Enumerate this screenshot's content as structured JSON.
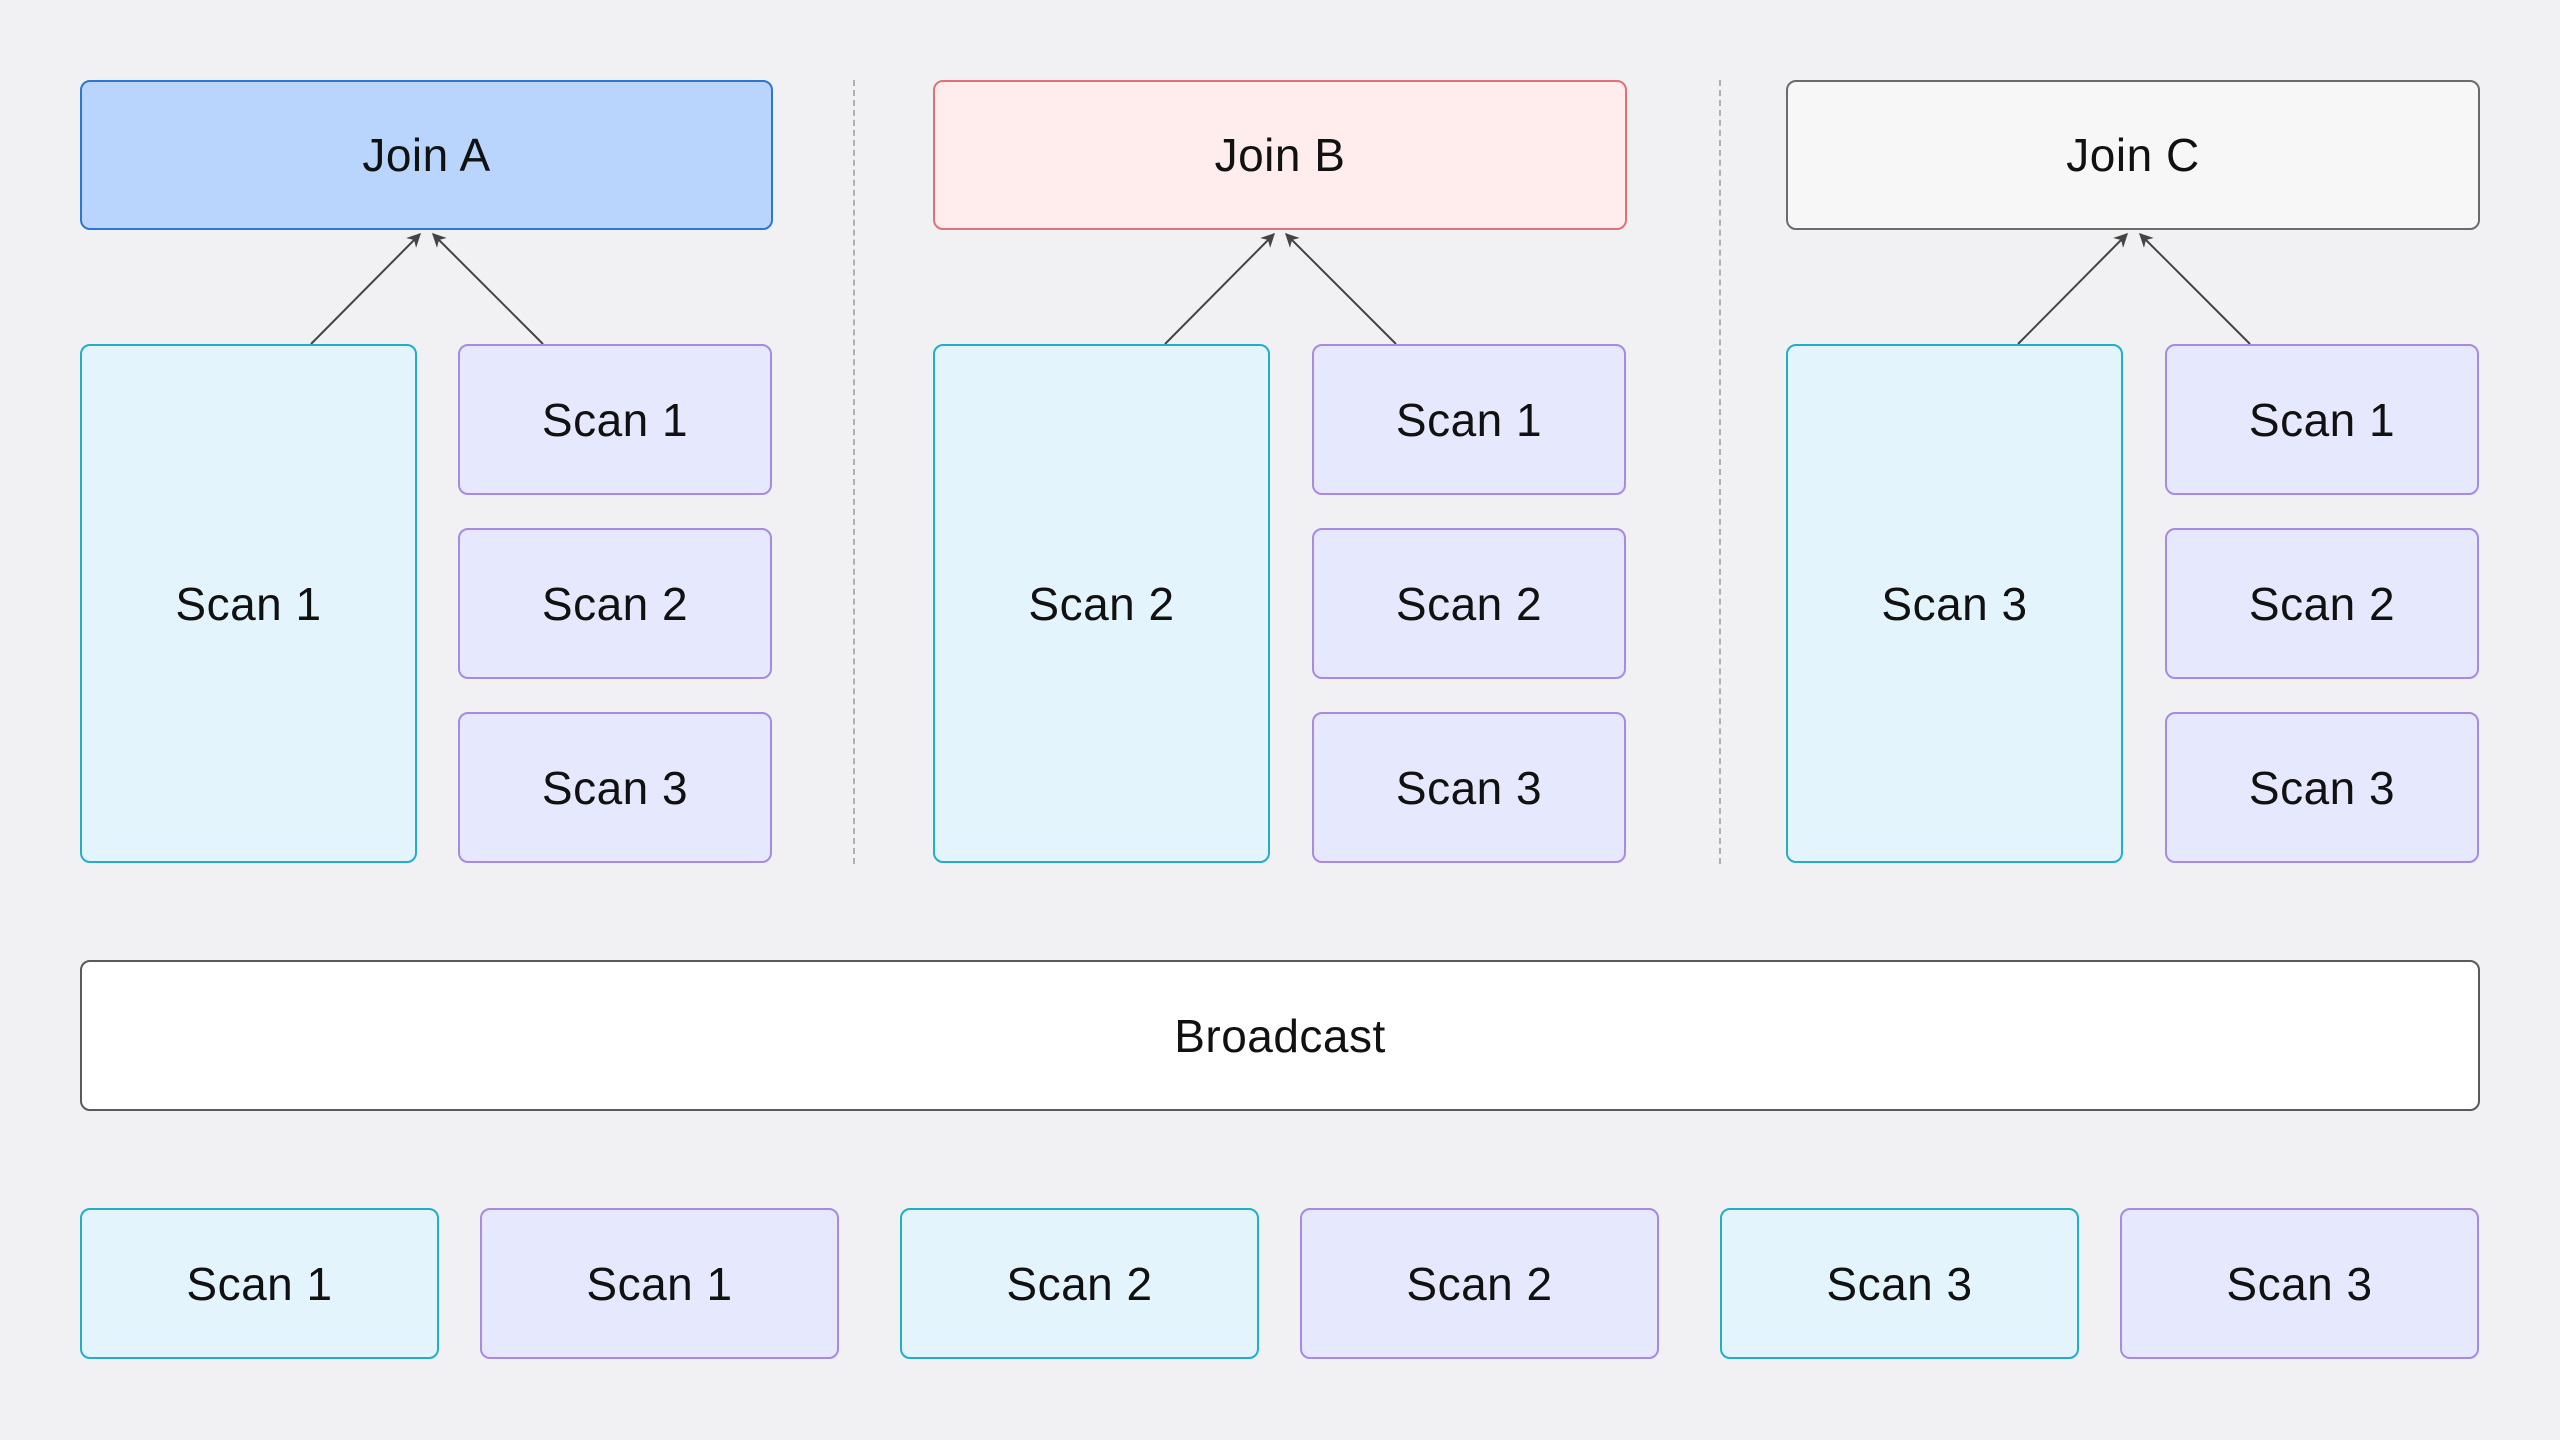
{
  "groups": [
    {
      "join": "Join A",
      "local_scan": "Scan 1",
      "broadcast_scans": [
        "Scan 1",
        "Scan 2",
        "Scan 3"
      ]
    },
    {
      "join": "Join B",
      "local_scan": "Scan 2",
      "broadcast_scans": [
        "Scan 1",
        "Scan 2",
        "Scan 3"
      ]
    },
    {
      "join": "Join C",
      "local_scan": "Scan 3",
      "broadcast_scans": [
        "Scan 1",
        "Scan 2",
        "Scan 3"
      ]
    }
  ],
  "broadcast": {
    "label": "Broadcast"
  },
  "bottom_scans": [
    "Scan 1",
    "Scan 1",
    "Scan 2",
    "Scan 2",
    "Scan 3",
    "Scan 3"
  ],
  "colors": {
    "background": "#f1f1f3",
    "join_a_fill": "#b9d5fd",
    "join_a_border": "#2f76d2",
    "join_b_fill": "#ffecec",
    "join_b_border": "#e0707a",
    "join_c_fill": "#f7f7f7",
    "join_c_border": "#6b6b6b",
    "local_scan_fill": "#e4f4fc",
    "local_scan_border": "#22aec8",
    "broadcast_scan_fill": "#e6e8fd",
    "broadcast_scan_border": "#a68be6",
    "arrow": "#444444"
  }
}
